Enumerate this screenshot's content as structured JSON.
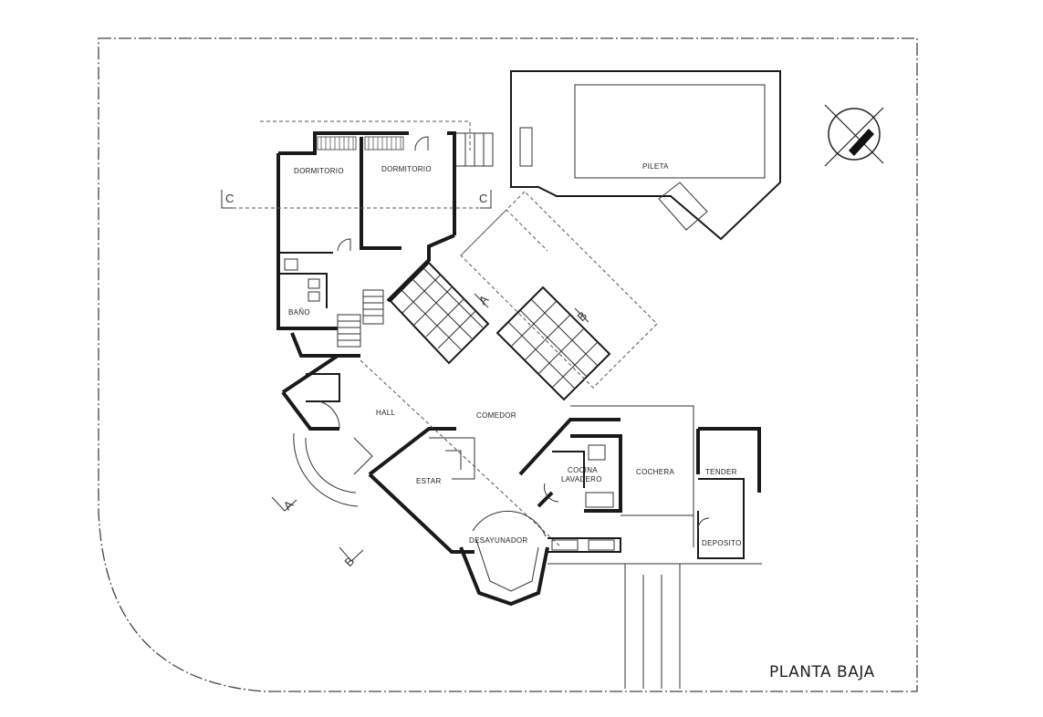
{
  "title": "PLANTA BAJA",
  "rooms": {
    "dormitorio_1": "DORMITORIO",
    "dormitorio_2": "DORMITORIO",
    "bano": "BAÑO",
    "pileta": "PILETA",
    "hall": "HALL",
    "comedor": "COMEDOR",
    "estar": "ESTAR",
    "cocina": "COCINA",
    "lavadero": "LAVADERO",
    "cochera": "COCHERA",
    "tender": "TENDER",
    "deposito": "DEPOSITO",
    "desayunador": "DESAYUNADOR"
  },
  "sections": {
    "c_left": "C",
    "c_right": "C",
    "a_top": "A",
    "a_bottom": "A",
    "b_top": "B",
    "b_bottom": "B"
  },
  "colors": {
    "ink": "#1a1a1a",
    "paper": "#ffffff"
  }
}
